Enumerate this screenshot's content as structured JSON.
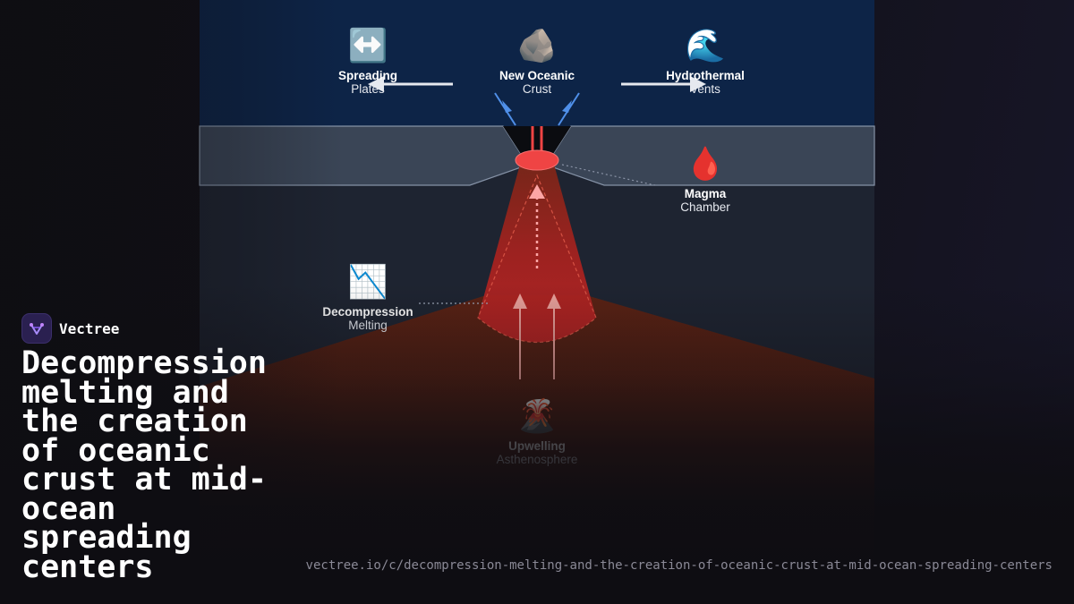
{
  "brand": {
    "name": "Vectree",
    "accent_color": "#8b5cf6"
  },
  "title": "Decompression melting and the creation of oceanic crust at mid-ocean spreading centers",
  "url": "vectree.io/c/decompression-melting-and-the-creation-of-oceanic-crust-at-mid-ocean-spreading-centers",
  "diagram": {
    "labels": {
      "spreading": {
        "icon": "↔️",
        "line1": "Spreading",
        "line2": "Plates"
      },
      "crust": {
        "icon": "🪨",
        "line1": "New Oceanic",
        "line2": "Crust"
      },
      "vents": {
        "icon": "🌊",
        "line1": "Hydrothermal",
        "line2": "Vents"
      },
      "magma": {
        "icon": "🩸",
        "line1": "Magma",
        "line2": "Chamber"
      },
      "decompression": {
        "icon": "📉",
        "line1": "Decompression",
        "line2": "Melting"
      },
      "upwelling": {
        "icon": "🌋",
        "line1": "Upwelling",
        "line2": "Asthenosphere"
      }
    },
    "colors": {
      "ocean": "#0d2447",
      "crust": "#3a4556",
      "mantle": "#1e2431",
      "melt_zone": "#a3221f",
      "magma": "#ef4444",
      "vent_arrows": "#4f8fe8"
    }
  }
}
